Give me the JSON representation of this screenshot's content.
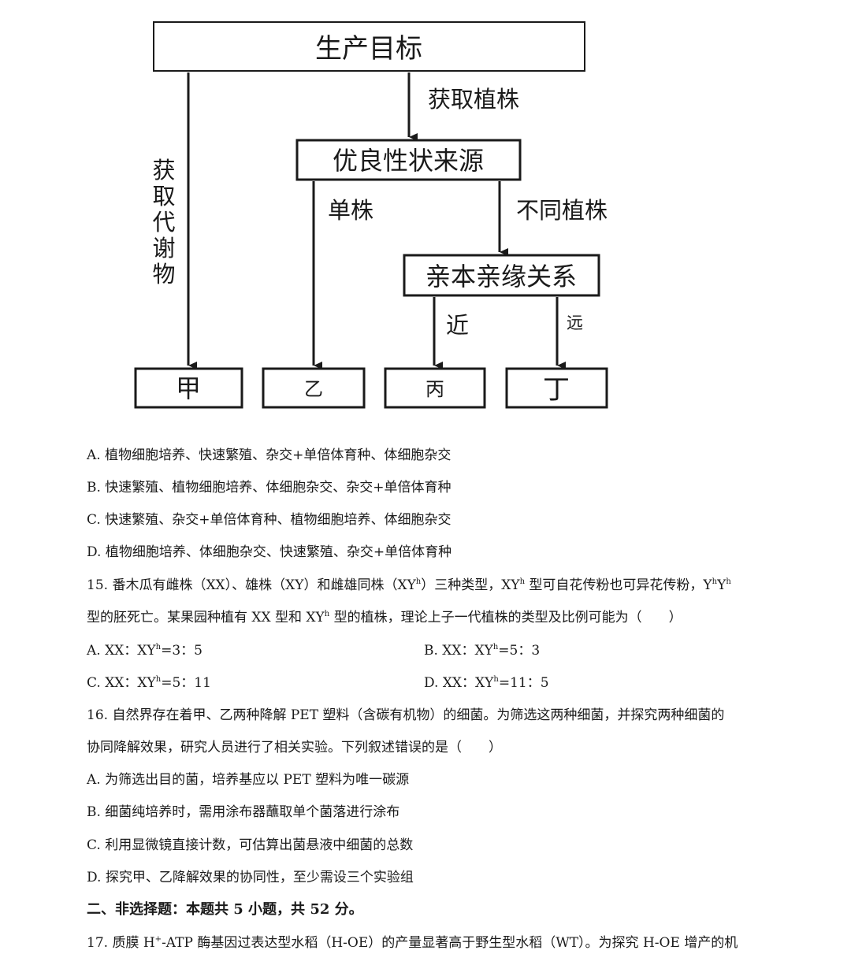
{
  "diagram": {
    "nodes": {
      "goal": "生产目标",
      "source": "优良性状来源",
      "kinship": "亲本亲缘关系",
      "jia": "甲",
      "yi": "乙",
      "bing": "丙",
      "ding": "丁"
    },
    "edges": {
      "get_plant": "获取植株",
      "get_metabolite": [
        "获",
        "取",
        "代",
        "谢",
        "物"
      ],
      "single": "单株",
      "different": "不同植株",
      "near": "近",
      "far": "远"
    }
  },
  "q14_options": {
    "a": "A.  植物细胞培养、快速繁殖、杂交+单倍体育种、体细胞杂交",
    "b": "B.  快速繁殖、植物细胞培养、体细胞杂交、杂交+单倍体育种",
    "c": "C.  快速繁殖、杂交+单倍体育种、植物细胞培养、体细胞杂交",
    "d": "D.  植物细胞培养、体细胞杂交、快速繁殖、杂交+单倍体育种"
  },
  "q15": {
    "line1_p1": "15.  番木瓜有雌株（XX）、雄株（XY）和雌雄同株（XY",
    "sup_h": "h",
    "line1_p2": "）三种类型，XY",
    "line1_p3": " 型可自花传粉也可异花传粉，Y",
    "line1_p4": "Y",
    "line2_p1": "型的胚死亡。某果园种植有 XX 型和 XY",
    "line2_p2": " 型的植株，理论上子一代植株的类型及比例可能为（　　）",
    "a_pre": "A. XX：XY",
    "a_post": "=3：5",
    "b_pre": "B. XX：XY",
    "b_post": "=5：3",
    "c_pre": "C. XX：XY",
    "c_post": "=5：11",
    "d_pre": "D. XX：XY",
    "d_post": "=11：5"
  },
  "q16": {
    "line1": "16.  自然界存在着甲、乙两种降解 PET 塑料（含碳有机物）的细菌。为筛选这两种细菌，并探究两种细菌的",
    "line2": "协同降解效果，研究人员进行了相关实验。下列叙述错误的是（　　）",
    "a": "A.  为筛选出目的菌，培养基应以 PET 塑料为唯一碳源",
    "b": "B.  细菌纯培养时，需用涂布器蘸取单个菌落进行涂布",
    "c": "C.  利用显微镜直接计数，可估算出菌悬液中细菌的总数",
    "d": "D.  探究甲、乙降解效果的协同性，至少需设三个实验组"
  },
  "section2": {
    "title": "二、非选择题：本题共 5 小题，共 52 分。"
  },
  "q17": {
    "p1": "17.  质膜 H",
    "sup_plus": "+",
    "p2": "-ATP 酶基因过表达型水稻（H-OE）的产量显著高于野生型水稻（WT）。为探究 H-OE 增产的机"
  }
}
